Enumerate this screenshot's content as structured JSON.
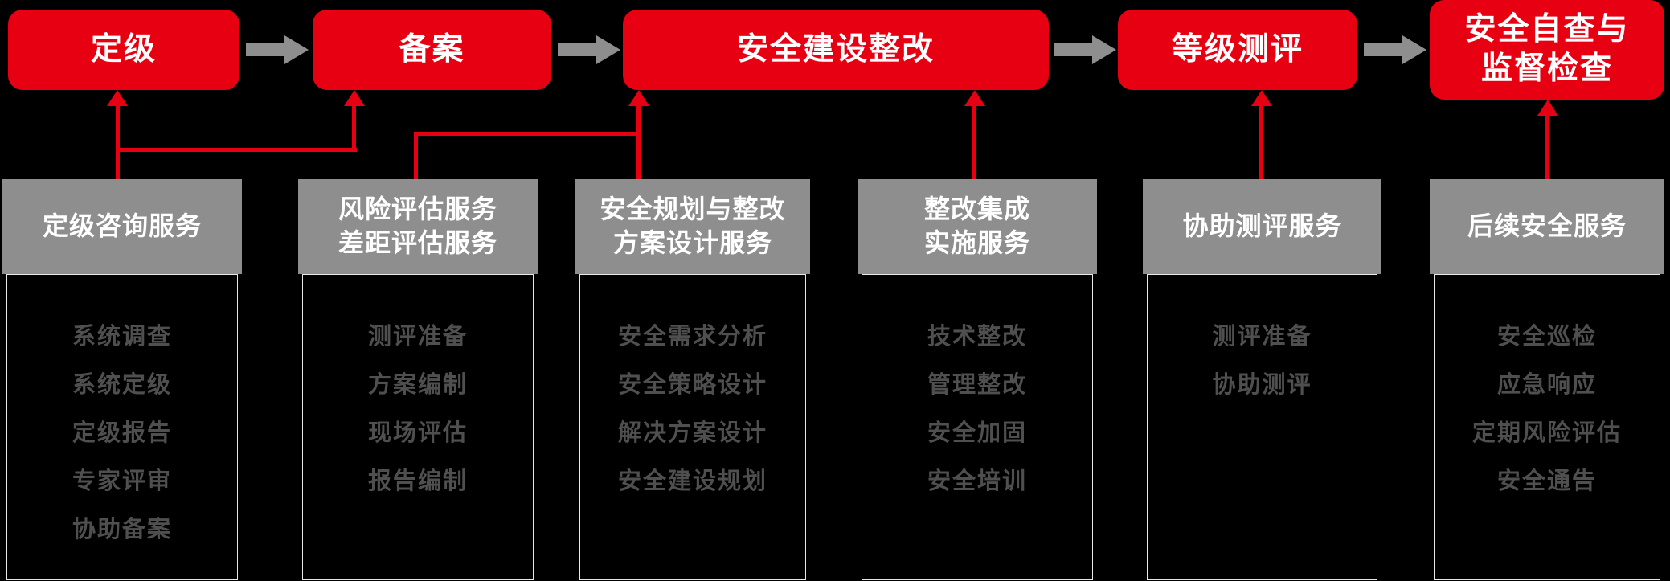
{
  "colors": {
    "background": "#000000",
    "accent_red": "#e60012",
    "gray": "#8e8e8e",
    "stage_text": "#ffffff",
    "list_text": "#4f4f4f",
    "list_border": "#e8e8e8"
  },
  "flow": {
    "stages": [
      {
        "label": "定级"
      },
      {
        "label": "备案"
      },
      {
        "label": "安全建设整改"
      },
      {
        "label": "等级测评"
      },
      {
        "label": "安全自查与\n监督检查"
      }
    ]
  },
  "services": [
    {
      "title": "定级咨询服务",
      "items": [
        "系统调查",
        "系统定级",
        "定级报告",
        "专家评审",
        "协助备案"
      ]
    },
    {
      "title": "风险评估服务\n差距评估服务",
      "items": [
        "测评准备",
        "方案编制",
        "现场评估",
        "报告编制"
      ]
    },
    {
      "title": "安全规划与整改\n方案设计服务",
      "items": [
        "安全需求分析",
        "安全策略设计",
        "解决方案设计",
        "安全建设规划"
      ]
    },
    {
      "title": "整改集成\n实施服务",
      "items": [
        "技术整改",
        "管理整改",
        "安全加固",
        "安全培训"
      ]
    },
    {
      "title": "协助测评服务",
      "items": [
        "测评准备",
        "协助测评"
      ]
    },
    {
      "title": "后续安全服务",
      "items": [
        "安全巡检",
        "应急响应",
        "定期风险评估",
        "安全通告"
      ]
    }
  ]
}
